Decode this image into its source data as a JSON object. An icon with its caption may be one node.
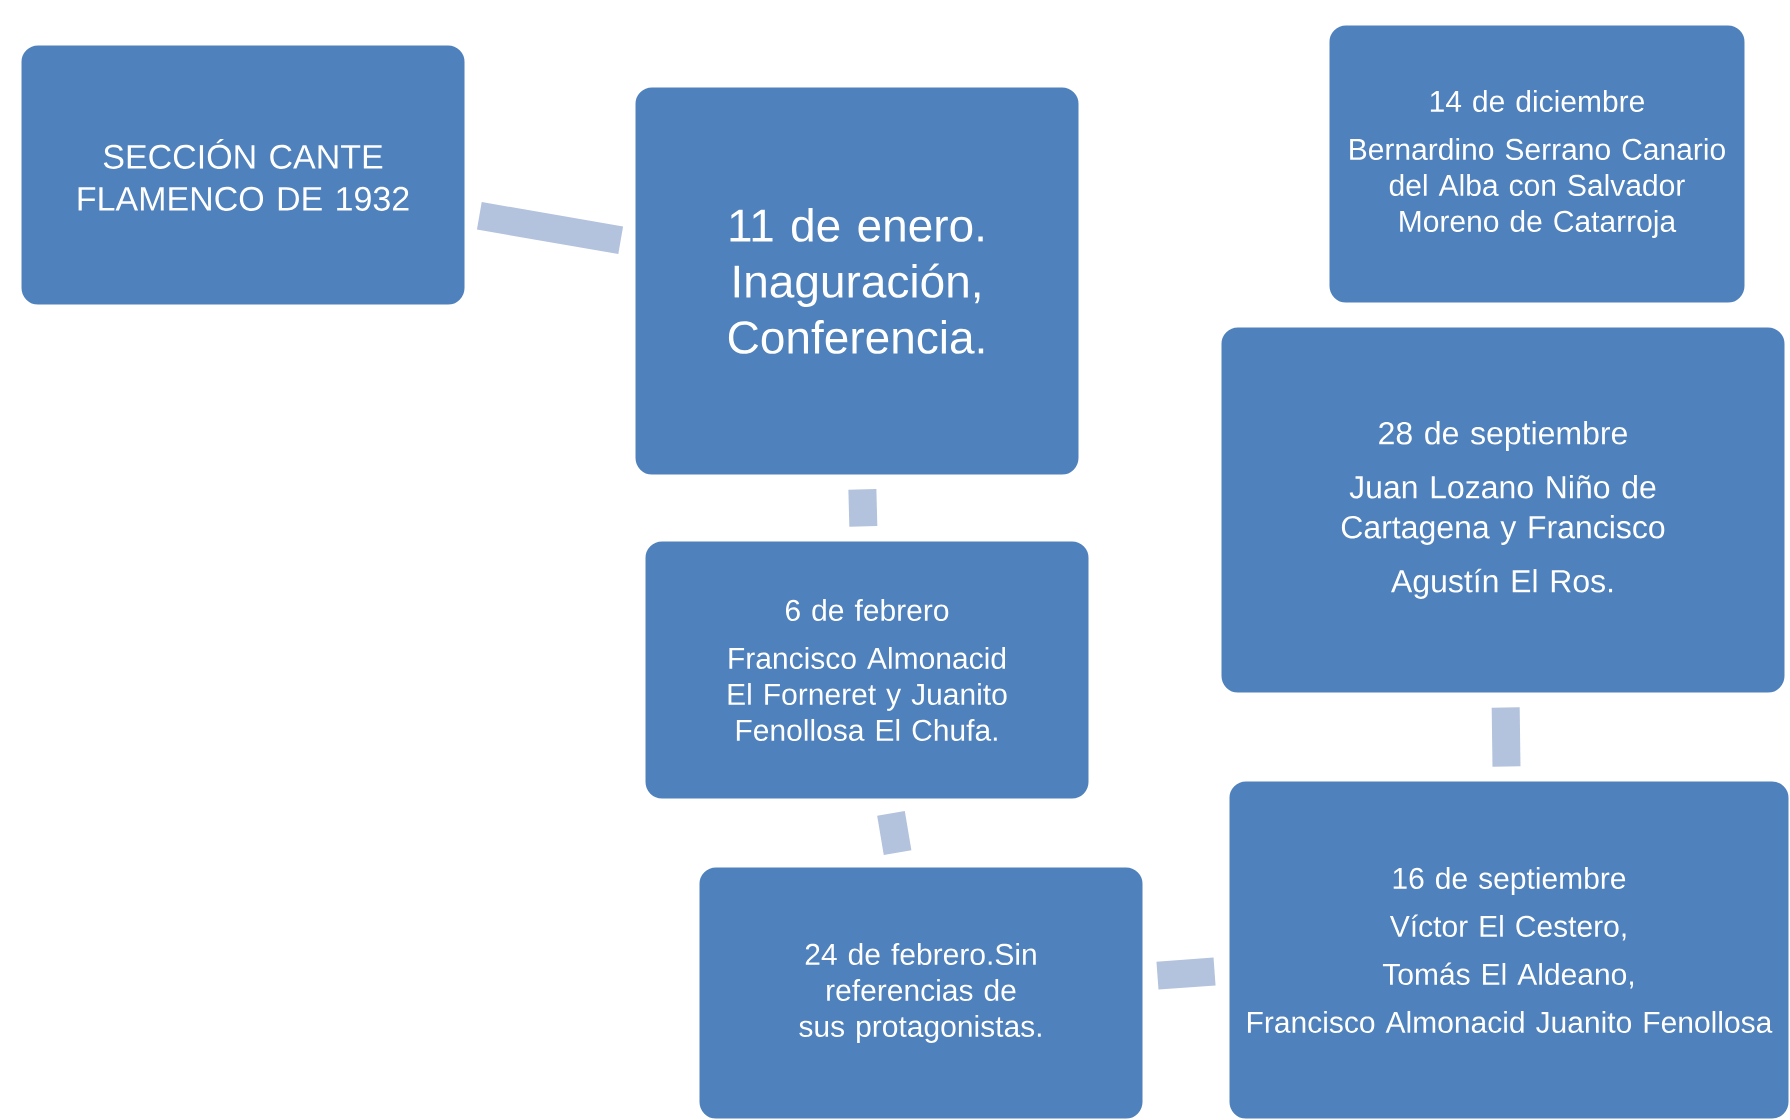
{
  "diagram": {
    "nodes": [
      {
        "text": [
          "SECCIÓN CANTE FLAMENCO DE 1932"
        ]
      },
      {
        "text": [
          "11 de enero. Inaguración, Conferencia."
        ]
      },
      {
        "text": [
          "6 de febrero",
          "Francisco Almonacid El Forneret y Juanito Fenollosa El Chufa."
        ]
      },
      {
        "text": [
          "24 de febrero.Sin referencias de sus protagonistas."
        ]
      },
      {
        "text": [
          "16 de septiembre",
          "Víctor El Cestero,",
          "Tomás El Aldeano,",
          "Francisco Almonacid Juanito Fenollosa"
        ]
      },
      {
        "text": [
          "28 de septiembre",
          "Juan Lozano Niño de Cartagena y Francisco",
          "Agustín El Ros."
        ]
      },
      {
        "text": [
          "14 de diciembre",
          "Bernardino Serrano Canario del Alba con Salvador Moreno de Catarroja"
        ]
      }
    ],
    "edges": [
      {
        "from": 0,
        "to": 1,
        "arrow": "none"
      },
      {
        "from": 1,
        "to": 2,
        "arrow": "none"
      },
      {
        "from": 2,
        "to": 3,
        "arrow": "none"
      },
      {
        "from": 3,
        "to": 4,
        "arrow": "none"
      },
      {
        "from": 4,
        "to": 5,
        "arrow": "none"
      }
    ]
  }
}
